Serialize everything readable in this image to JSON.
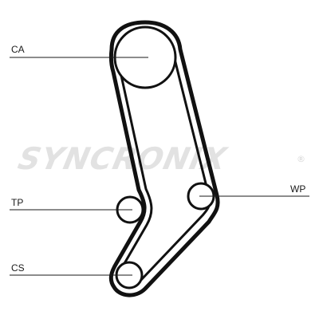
{
  "labels": {
    "ca": "CA",
    "tp": "TP",
    "wp": "WP",
    "cs": "CS"
  },
  "watermark": {
    "brand": "SYNCRONIX",
    "registered_mark": "®"
  },
  "colors": {
    "belt": "#111111",
    "leader_line": "#1a1a1a",
    "watermark": "#e2e2e2",
    "background": "#ffffff"
  }
}
